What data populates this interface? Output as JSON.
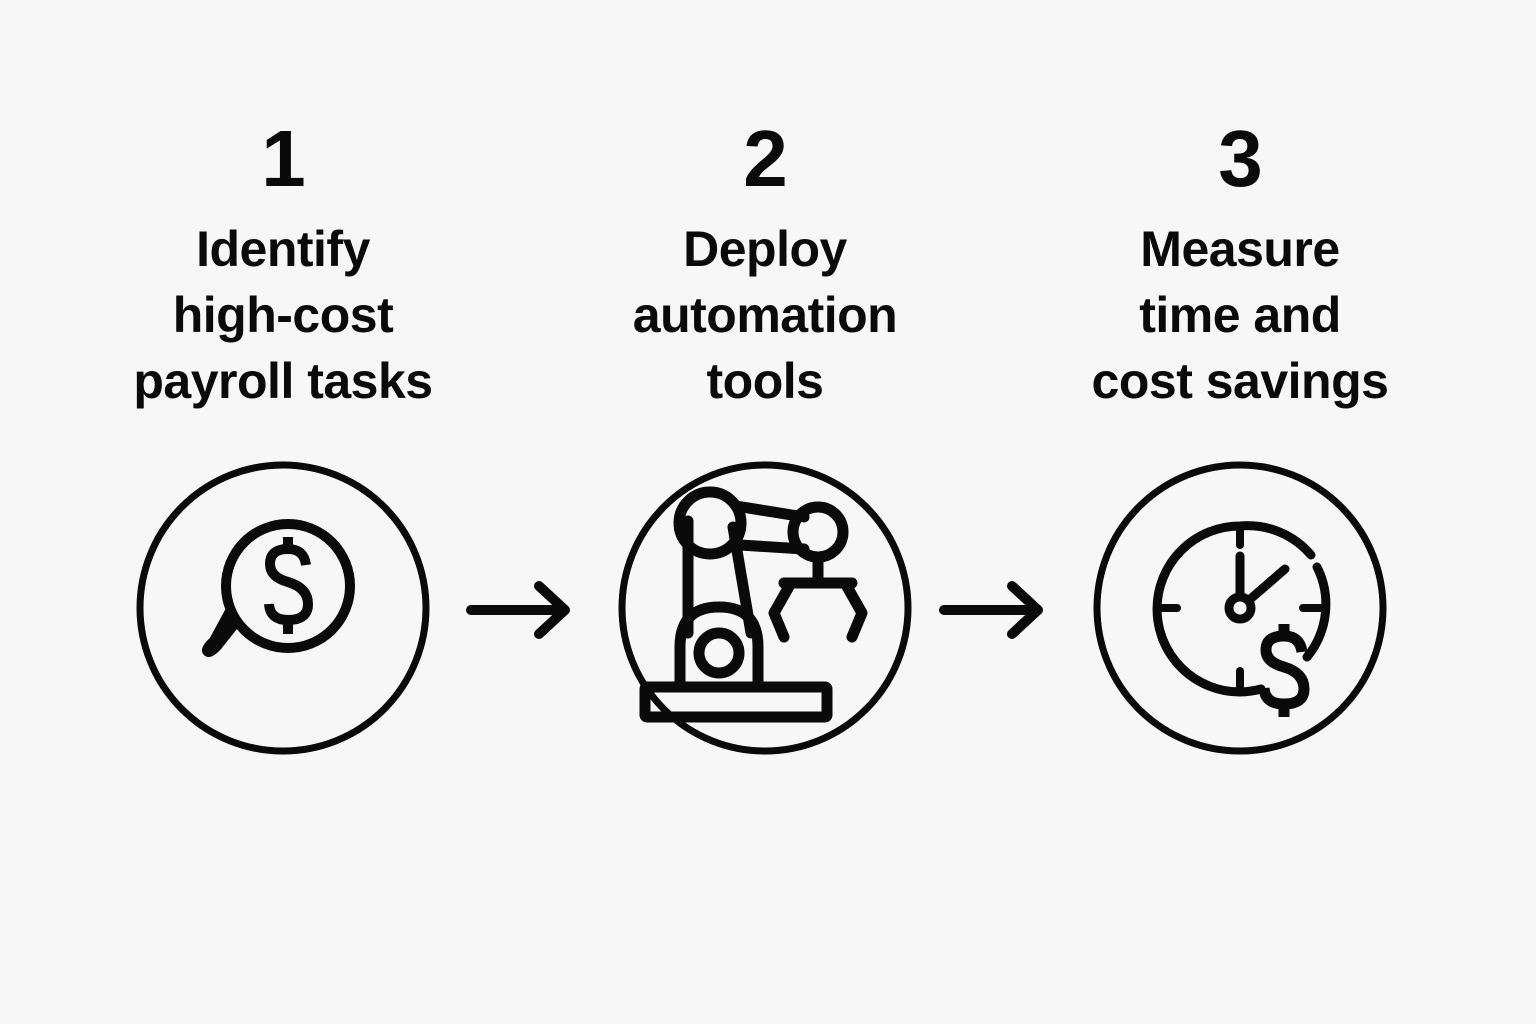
{
  "diagram": {
    "type": "process-flow",
    "background_color": "#f7f7f7",
    "stroke_color": "#0a0a0a",
    "orientation": "horizontal",
    "step_count": 3,
    "connector": "arrow-right",
    "steps": [
      {
        "number": "1",
        "label": "Identify\nhigh-cost\npayroll tasks",
        "icon": "magnifier-dollar-icon",
        "icon_description": "magnifying glass with dollar sign"
      },
      {
        "number": "2",
        "label": "Deploy\nautomation\ntools",
        "icon": "robot-arm-icon",
        "icon_description": "industrial robotic arm with gripper"
      },
      {
        "number": "3",
        "label": "Measure\ntime and\ncost savings",
        "icon": "clock-dollar-icon",
        "icon_description": "clock with dollar sign"
      }
    ],
    "arrows": [
      {
        "name": "arrow-step-1-to-2"
      },
      {
        "name": "arrow-step-2-to-3"
      }
    ]
  }
}
